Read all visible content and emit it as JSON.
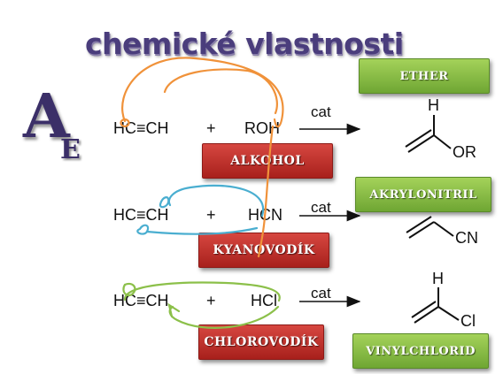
{
  "title": "chemické vlastnosti",
  "ae": {
    "main": "A",
    "sub": "E"
  },
  "reactions": [
    {
      "reactant1": "HC≡CH",
      "plus": "+",
      "reactant2": "ROH",
      "arrow_label": "cat",
      "reagent_name": "ALKOHOL",
      "product_name": "ETHER",
      "product_h": "H",
      "product_group": "OR"
    },
    {
      "reactant1": "HC≡CH",
      "plus": "+",
      "reactant2": "HCN",
      "arrow_label": "cat",
      "reagent_name": "KYANOVODÍK",
      "product_name": "AKRYLONITRIL",
      "product_group": "CN"
    },
    {
      "reactant1": "HC≡CH",
      "plus": "+",
      "reactant2": "HCl",
      "arrow_label": "cat",
      "reagent_name": "CHLOROVODÍK",
      "product_name": "VINYLCHLORID",
      "product_h": "H",
      "product_group": "Cl"
    }
  ],
  "colors": {
    "title": "#4a3d7c",
    "red_badge": "#c0312b",
    "green_badge": "#8dc047",
    "annotation_orange": "#f0923a",
    "annotation_blue": "#4aaed0",
    "annotation_green": "#8cc04a"
  }
}
